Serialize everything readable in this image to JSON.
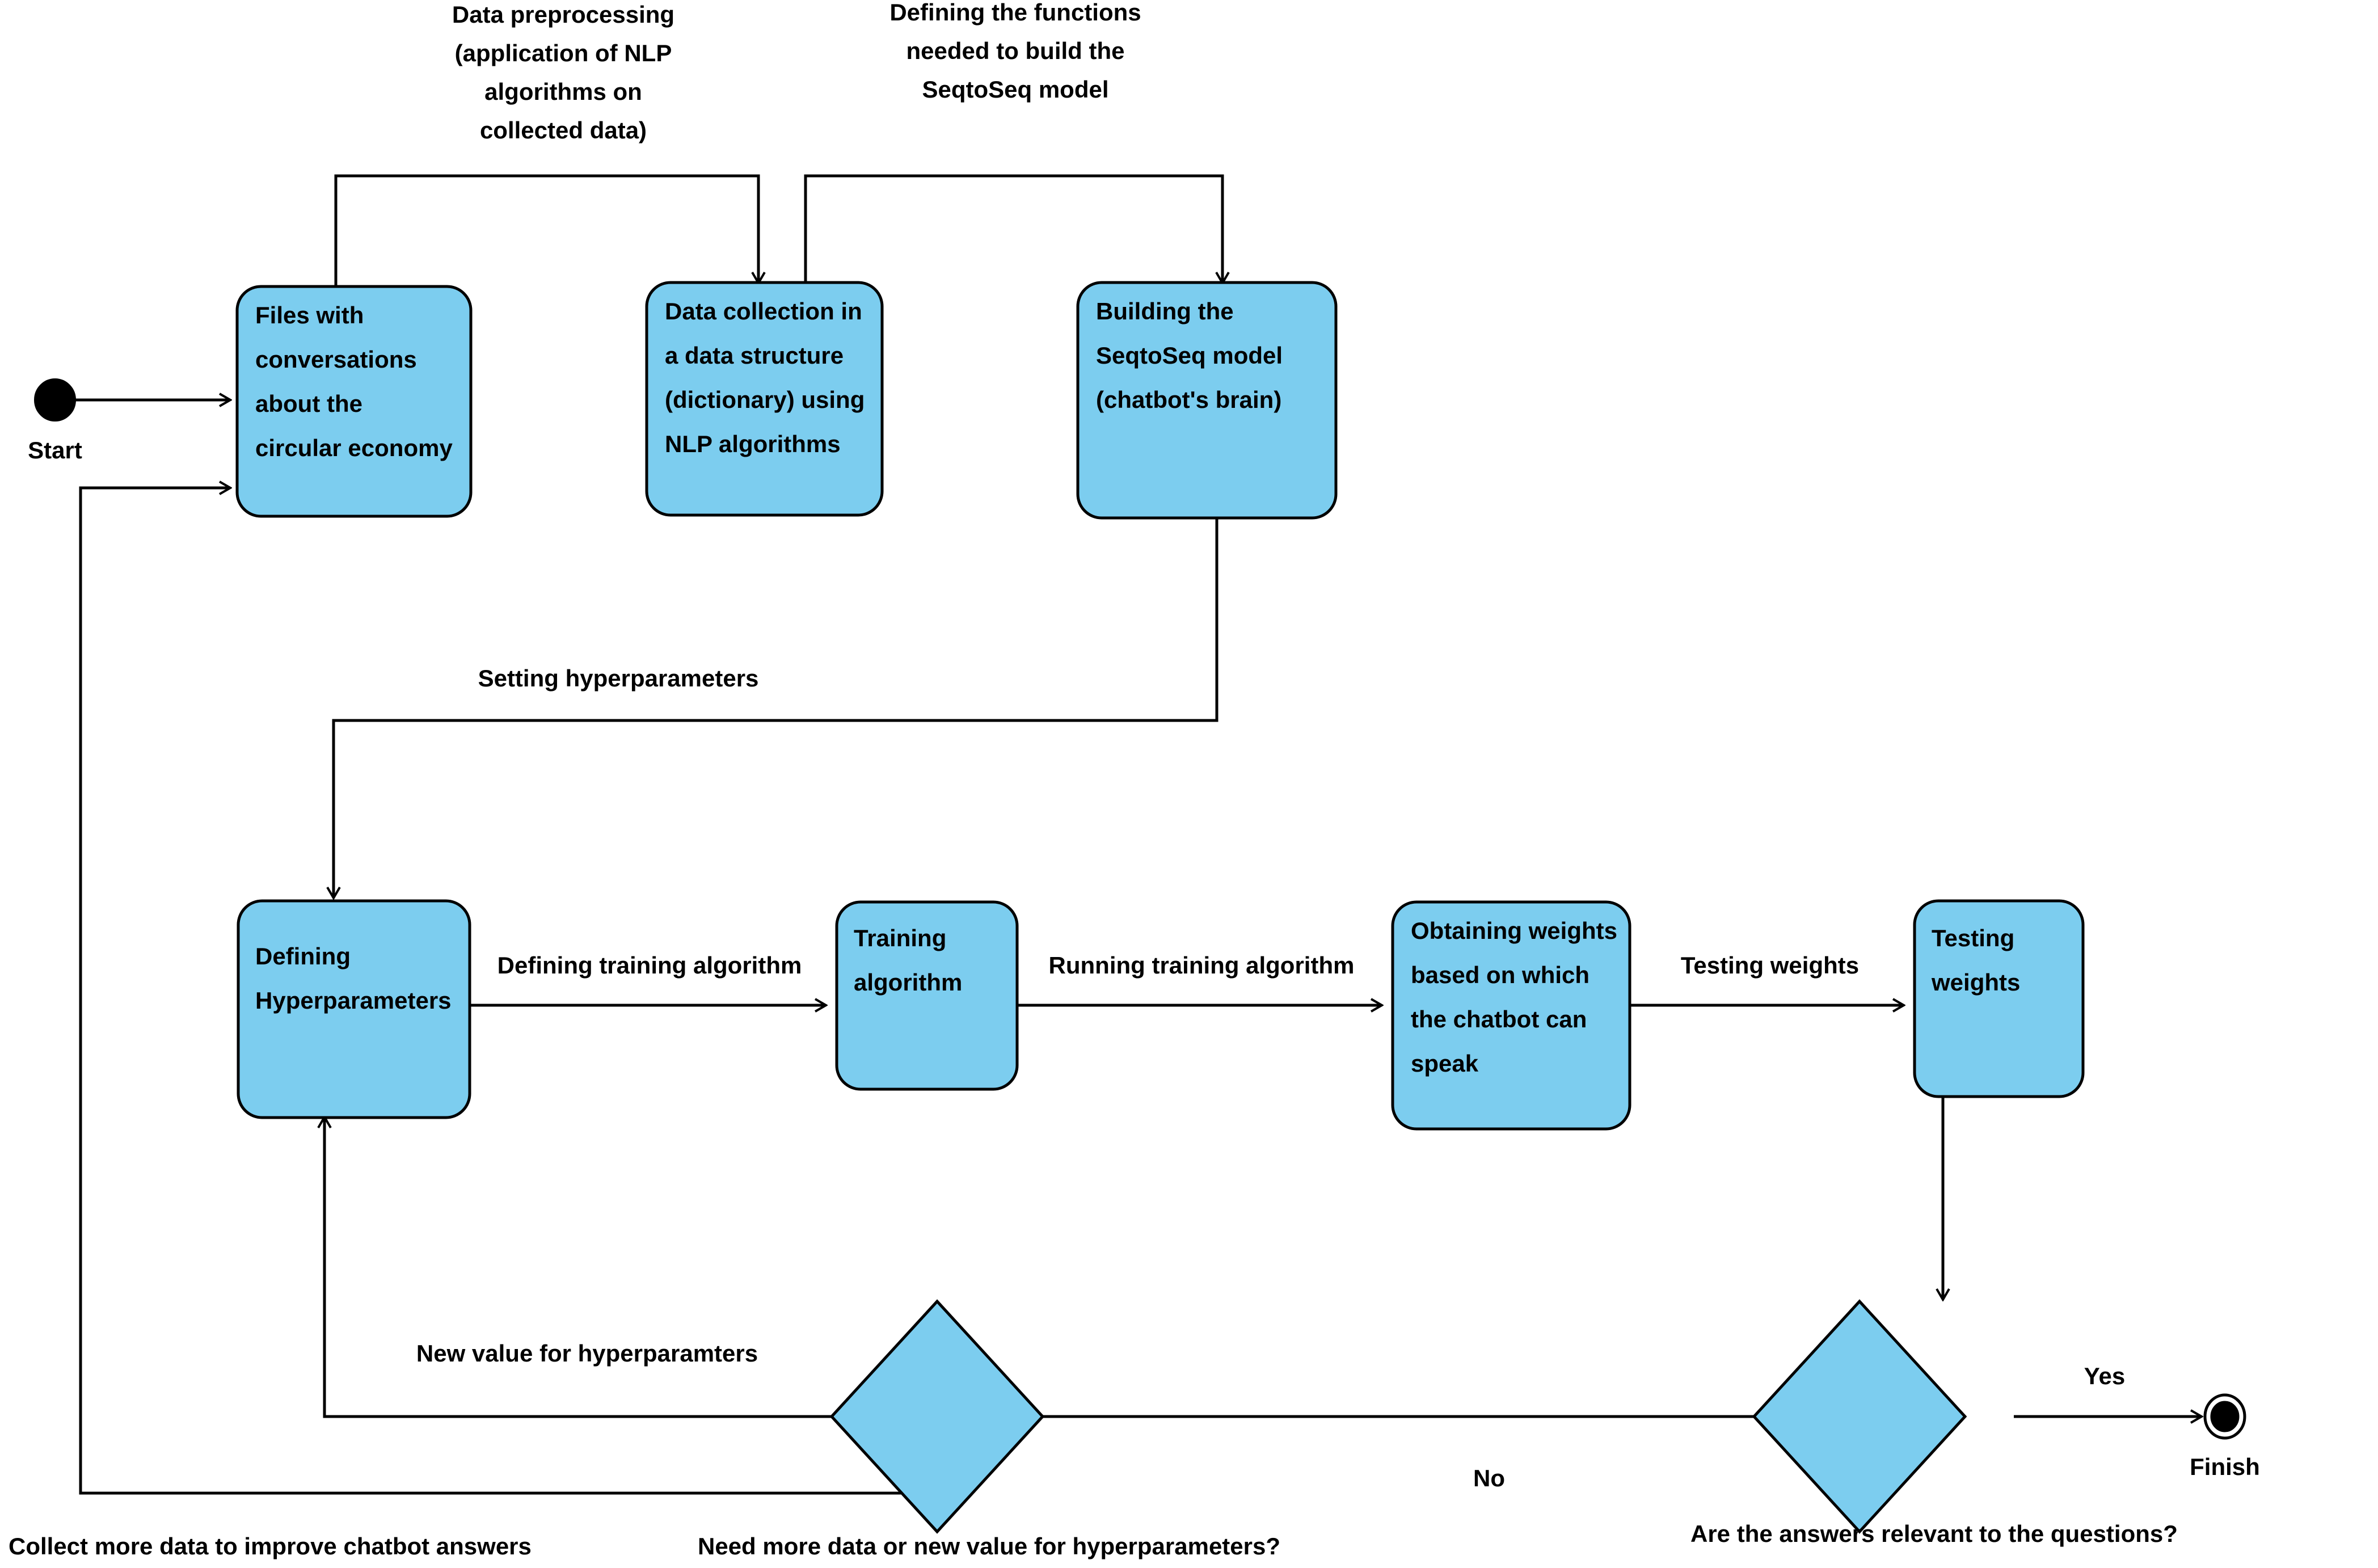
{
  "diagram": {
    "title": "Chatbot development UML activity diagram",
    "colors": {
      "node_fill": "#7CCDEF",
      "stroke": "#000000",
      "background": "#FFFFFF"
    },
    "start_label": "Start",
    "finish_label": "Finish",
    "notes": [
      {
        "id": "note-preprocessing",
        "lines": [
          "Data preprocessing",
          "(application of NLP",
          "algorithms on",
          "collected data)"
        ]
      },
      {
        "id": "note-functions",
        "lines": [
          "Defining the functions",
          "needed to build the",
          "SeqtoSeq model"
        ]
      }
    ],
    "activities": [
      {
        "id": "files-conversations",
        "lines": [
          "Files with",
          "conversations",
          "about the",
          "circular economy"
        ]
      },
      {
        "id": "data-collection",
        "lines": [
          "Data collection in",
          "a data structure",
          "(dictionary) using",
          "NLP algorithms"
        ]
      },
      {
        "id": "building-seqtoseq",
        "lines": [
          "Building the",
          "SeqtoSeq model",
          "(chatbot's brain)"
        ]
      },
      {
        "id": "defining-hyperparameters",
        "lines": [
          "Defining",
          "Hyperparameters"
        ]
      },
      {
        "id": "training-algorithm",
        "lines": [
          "Training",
          "algorithm"
        ]
      },
      {
        "id": "obtaining-weights",
        "lines": [
          "Obtaining weights",
          "based on which",
          "the chatbot can",
          "speak"
        ]
      },
      {
        "id": "testing-weights",
        "lines": [
          "Testing",
          "weights"
        ]
      }
    ],
    "decisions": [
      {
        "id": "decision-need-more-data",
        "caption": "Need more data or new value for hyperparameters?"
      },
      {
        "id": "decision-answers-relevant",
        "caption": "Are the answers relevant to the questions?"
      }
    ],
    "edge_labels": [
      {
        "id": "edge-setting-hyperparameters",
        "text": "Setting hyperparameters"
      },
      {
        "id": "edge-defining-training-algorithm",
        "text": "Defining training algorithm"
      },
      {
        "id": "edge-running-training-algorithm",
        "text": "Running training algorithm"
      },
      {
        "id": "edge-testing-weights",
        "text": "Testing weights"
      },
      {
        "id": "edge-new-value",
        "text": "New value for hyperparamters"
      },
      {
        "id": "edge-collect-more-data",
        "text": "Collect more data to improve chatbot answers"
      },
      {
        "id": "edge-no",
        "text": "No"
      },
      {
        "id": "edge-yes",
        "text": "Yes"
      }
    ]
  }
}
